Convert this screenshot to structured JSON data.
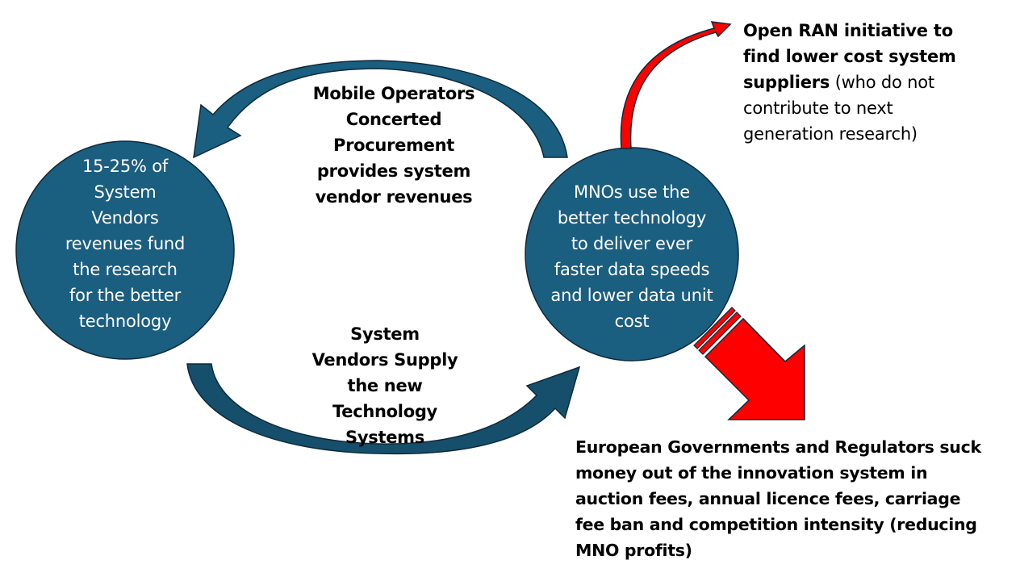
{
  "colors": {
    "circle_fill": "#1a5e80",
    "arrow_fill": "#1a5e80",
    "arrow_dark": "#144f6b",
    "outline": "#0e2a3a",
    "red_arrow": "#ff0000",
    "text_dark": "#000000",
    "text_light": "#ffffff"
  },
  "nodes": {
    "vendors": {
      "lines": [
        "15-25% of",
        "System",
        "Vendors",
        "revenues fund",
        "the research",
        "for the  better",
        "technology"
      ]
    },
    "mnos": {
      "lines": [
        "MNOs use the",
        "better technology",
        "to  deliver ever",
        "faster data speeds",
        "and lower data unit",
        "cost"
      ]
    }
  },
  "flows": {
    "top": {
      "lines": [
        "Mobile Operators",
        "Concerted",
        "Procurement",
        "provides system",
        "vendor revenues"
      ]
    },
    "bottom": {
      "lines": [
        "System",
        "Vendors Supply",
        "the new",
        "Technology",
        "Systems"
      ]
    }
  },
  "annotations": {
    "open_ran": {
      "bold_text": "Open RAN initiative to find lower cost system suppliers",
      "bold_lines": [
        "Open RAN initiative to",
        "find lower cost system",
        "suppliers"
      ],
      "normal_text": " (who do not",
      "normal_lines": [
        "contribute to next",
        "generation research)"
      ]
    },
    "regulators": {
      "lines": [
        "European Governments and Regulators suck",
        "money out of the innovation system in",
        "auction fees, annual licence fees, carriage",
        "fee ban and competition intensity (reducing",
        "MNO profits)"
      ]
    }
  }
}
